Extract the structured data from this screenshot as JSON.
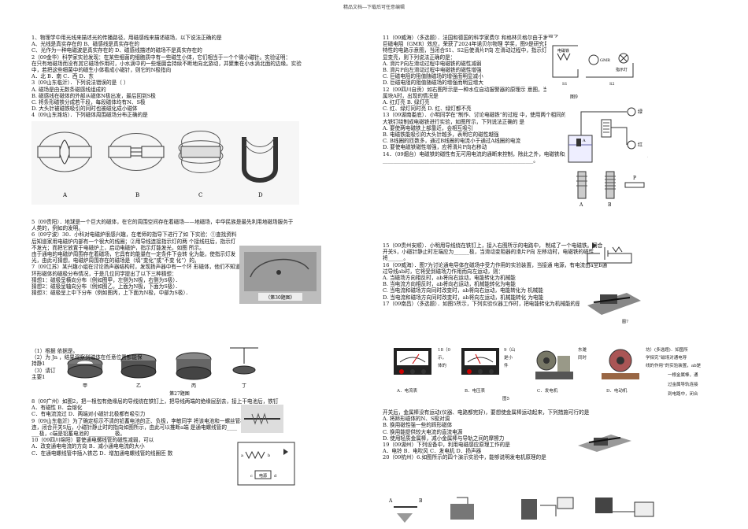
{
  "header": "精品文档---下载后可任意编辑",
  "left_lines": [
    "1、物理学中用光线来描述光的传播路径，用磁感线来描述磁场，以下说法正确的是",
    "A、光线是真实存在的                          B、磁感线是真实存在的",
    "C、光作为一种电磁波是真实存在的              D、磁感线描述的磁场不是真实存在的",
    "2（09金华）科学家实验发现：在某些细菌的细胞质中有一些磁生小体，它们相当于一个个微小磁针。实验证明：",
    "在只有地磁场而没有其它磁场作用时，小水滴中的一些细菌会持续不断地向北游动，并聚集在小水滴北面的边缘。实验",
    "中，若把这些细菌中的磁生小体看成小磁针，则它的N极指向",
    "A．北            B．南            C．西            D．东",
    "3（09山东临沂）．下列说法错误的是（    ）",
    "A. 磁场是由无数条磁感线组成的",
    "B. 磁感线在磁体的外部从磁体N极出发，最后回到S极",
    "C. 将条形磁铁分成若干段，每段磁体均有N、S极",
    "D. 大头针被磁铁吸引的同时也被磁化成小磁体",
    "4（09山东潍坊）．下列磁体周围磁场分布正确的是"
  ],
  "left_lines_b": [
    "5（09贵阳）．地球是一个巨大的磁体，在它的周围空间存在着磁场——地磁场，中华民族是最先利用地磁场服务于",
    "人类的，例如的发明。",
    "6（09宁波）30．小科对电磁炉很感兴趣，在老师的指导下进行了如                          下实验：①查找资料",
    "后知道家用电磁炉内部有一个很大的线圈；②用导线连接指示灯的两                          个接线柱后，指示灯",
    "不发光；而把它放置于电磁炉上，启动电磁炉，指示灯能发光，如图                          所示。",
    "由于通电的电磁炉周围存在着磁场，它具有的能量在一定条件下会转                          化为能，使指示灯发",
    "光，由此可猜想，电磁炉周围存在的磁场是（填“变化”或“不变                          化”）的。",
    "7（09江苏）某兴趣小组在讨论扬声器结构时，发现扬声器中有一个环                          形磁体，他们不知道",
    "   环形磁体的磁极分布情况，于是几位同学提出了以下三种猜想：",
    "   猜想1：磁极呈横向分布（例如图甲，左侧为N极，右侧为S极）．",
    "   猜想2：磁极呈轴向分布（例如图乙，上面为N极，下面为S极）．",
    "   猜想3：磁极呈上中下分布（例如图丙，上下面为N极，中部为S极）．"
  ],
  "left_lines_c": [
    "（1）根据                                                                     依据是。",
    "（2）为 Jn                                                                     ，结果观察到磁体在任意位置都能保",
    "   持静1",
    "（3）请订",
    "   主要1"
  ],
  "left_lines_d": [
    "8（09广州）如图2，把一根包有绝缘层的导线绕在铁钉上，把导线两端的绝缘层刮去，接上干电池后，铁钉",
    "A．有磁性                              B．会熔化",
    "C．有电流流过                          D．两端对小磁针北极都有吸引力",
    "9（09山东临沂）为了确定标示不清的铅蓄电池的正、负极，李敏同学                  将该电池和一螺丝管相",
    "连，闭合开关S后，小磁针静止时的指向如图所示，由此可以推断a端                  是通电螺线管的____",
    "___极，c端是铅蓄电池的__________极。",
    "10（09四川绵阳）要使通电螺线管的磁性减弱，可以",
    "A．改变通电电流的方向                  B．减小通电电流的大小",
    "C．在通电螺线管中插入铁芯              D．增加通电螺线管的线圈匝                          数"
  ],
  "right_lines": [
    "11（09威海）（多选题）．法国和德国的科学家费尔                                         和格林贝格尔由于发现了",
    "巨磁电阻（GMR）效应，荣获了2024年诺贝尔物理                                          学奖，图9是研究巨磁电阻",
    "特性的电路示意图，当闭合S1、S2后使滑片P向                                            左滑动过程中，指示灯明",
    "显变亮，则下列说法正确的是：",
    "A. 滑片P向左滑动过程中电磁铁的磁性减弱",
    "B. 滑片P向左滑动过程中电磁铁的磁性增强",
    "C. 巨磁电阻的阻值随磁场的增强而明显减小",
    "D. 巨磁电阻的阻值随磁场的增强而明显增大",
    "12（09四川自贡）如右图所示是一种水位自动报警器的原理示                               意图，当水位达到金",
    "属块A时，出现的情况是",
    "A. 红灯亮 B. 绿灯亮",
    "C. 红、绿灯同时亮                D. 红、绿灯都不亮",
    "13（09湖南娄底）．小明同学在“制作、讨论电磁铁”的过程                                中，使用两个相同的",
    "大铁钉绕制成电磁铁进行实验，如图所示，下列说法正确的                                  是",
    "  A. 要使两电磁铁上部靠近，会相互吸引",
    "  B. 电磁铁能吸引的大头针越多，表明它的磁性越强",
    "  C. B线圈的匝数多，通过B线圈的电流小于通过A线圈的电流",
    "  D. 要使电磁铁磁性增强，应将滑片P向右移动",
    "14．（09烟台）电磁铁的磁性有无可用电流的通断来控制，除此之外，电磁铁和永久磁铁比较，优点还有__________",
    "__________________________________________________________。"
  ],
  "right_lines_b": [
    "15（09贵州安顺）．小明用导线绕在铁钉上，接入右图所示的电路中，                  制成了一个电磁铁。闭合",
    "开关S，小磁针静止时左端应为______极，当滑动变阻器的滑片P向                     左移动时，电磁铁的磁性",
    "将______。",
    "16（09威海）．图7为讨论通电导体在磁场中受力作用的实验装置，当接通                              电源，有电流由a至b通",
    "过导线ab时，它将受到磁场力作用而向左运动，则：",
    "A. 当磁场方向相反时，ab将向右运动，电能转化为机械能",
    "B. 当电流方向相反时，ab将向右运动，机械能转化为电能",
    "C. 当电流和磁场方向同时改变时，ab将向右运动，电能转化为                                 机械能",
    "D. 当电流和磁场方向同时改变时，ab将向左运动，机械能转化                                   为电能",
    "17（09南昌）（多选题）．如图5所示，下列实验仪器工作时，把电能转化为机械能的是"
  ],
  "right_lines_c": [
    "开关后，金属棒没有运动(仪器、电路都完好)，要想使金属棒运动起来，下列措施可行的是",
    "A. 将蹄形磁体的N、S极对调",
    "B. 换用磁性强一些的蹄形磁体",
    "C. 换用能提供较大电流的直流电源",
    "D. 使用轻质金属棒，减小金属棒与导轨之间的摩擦力",
    "19（09湖州）下列设备中，利用电磁感应原理工作的是",
    "A．电铃         B．电吹风         C．发电机         D．扬声器",
    "20（09杭州）6.如图所示的四个演示实验中，能够说明发电机原理的是"
  ],
  "q4_labels": [
    "A",
    "B",
    "C",
    "D"
  ],
  "q7_labels": [
    "甲",
    "乙",
    "丙",
    "丁"
  ],
  "q7_caption": "第27题图",
  "q6_caption": "（第30题图）",
  "fig9_label": "图9",
  "fig9_gmr": "GMR",
  "fig9_lamp": "指示灯",
  "fig9_s1": "S1",
  "fig9_s2": "S2",
  "fig9_em": "电磁铁",
  "fig7_label": "图7",
  "q12_red": "红",
  "q12_green": "绿",
  "q12_a": "A",
  "q13_a": "A",
  "q13_b": "B",
  "q13_p": "P",
  "q9_label": "电源",
  "q9_a": "a",
  "q9_c": "c",
  "q9_d": "d",
  "q9_b": "b",
  "q17_fragments": [
    "18（0",
    "示，",
    "体的",
    "9（山",
    "是小",
    "件",
    "东潍",
    "同时",
    "坊）(多选题)．如图所",
    "学探究“磁场对通电导",
    "线的作用”的实验装置，ab是",
    "一根金属棒，通",
    "过金属导轨连接",
    "到电路中，闭合"
  ],
  "q17_items": [
    "A．电流表",
    "B．电压表",
    "C．发电机",
    "D．电动机"
  ],
  "fig5_label": "图5"
}
